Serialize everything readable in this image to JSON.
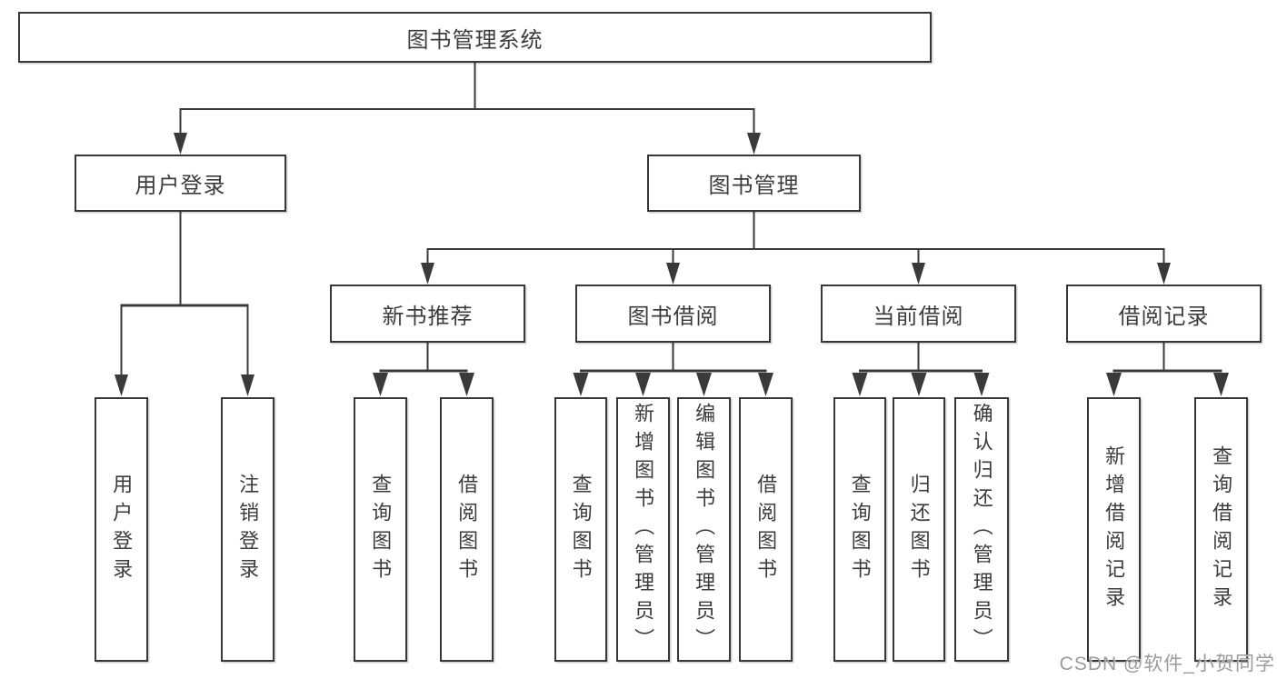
{
  "diagram": {
    "tree": {
      "label": "图书管理系统",
      "children": [
        {
          "label": "用户登录",
          "children": [
            {
              "label": "用户登录"
            },
            {
              "label": "注销登录"
            }
          ]
        },
        {
          "label": "图书管理",
          "children": [
            {
              "label": "新书推荐",
              "children": [
                {
                  "label": "查询图书"
                },
                {
                  "label": "借阅图书"
                }
              ]
            },
            {
              "label": "图书借阅",
              "children": [
                {
                  "label": "查询图书"
                },
                {
                  "label": "新增图书（管理员）"
                },
                {
                  "label": "编辑图书（管理员）"
                },
                {
                  "label": "借阅图书"
                }
              ]
            },
            {
              "label": "当前借阅",
              "children": [
                {
                  "label": "查询图书"
                },
                {
                  "label": "归还图书"
                },
                {
                  "label": "确认归还（管理员）"
                }
              ]
            },
            {
              "label": "借阅记录",
              "children": [
                {
                  "label": "新增借阅记录"
                },
                {
                  "label": "查询借阅记录"
                }
              ]
            }
          ]
        }
      ]
    }
  },
  "watermark": {
    "text": "CSDN @软件_小贺同学"
  },
  "colors": {
    "line": "#3a3a3a",
    "box_border": "#383838",
    "text": "#3c3c3c",
    "watermark": "#9b9b9b",
    "background": "#ffffff"
  }
}
